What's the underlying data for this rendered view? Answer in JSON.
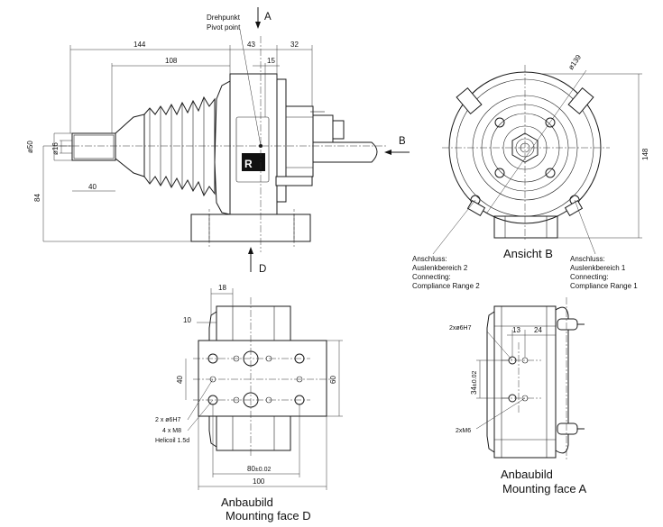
{
  "side_view": {
    "pivot_label_de": "Drehpunkt",
    "pivot_label_en": "Pivot point",
    "arrow_a": "A",
    "arrow_b": "B",
    "arrow_d": "D",
    "dim_144": "144",
    "dim_43": "43",
    "dim_32": "32",
    "dim_108": "108",
    "dim_15": "15",
    "dim_40": "40",
    "dim_84": "84",
    "dim_d50": "ø50",
    "dim_d16": "ø16"
  },
  "view_b": {
    "title": "Ansicht B",
    "dim_d139": "ø139",
    "dim_148": "148",
    "left_callout": [
      "Anschluss:",
      "Auslenkbereich 2",
      "Connecting:",
      "Compliance Range 2"
    ],
    "right_callout": [
      "Anschluss:",
      "Auslenkbereich 1",
      "Connecting:",
      "Compliance Range 1"
    ]
  },
  "face_d": {
    "dim_18": "18",
    "dim_10": "10",
    "dim_40": "40",
    "dim_60": "60",
    "dim_80": "80",
    "dim_80_tol": "±0.02",
    "dim_100": "100",
    "note_pins": "2 x ø6H7",
    "note_threads_1": "4 x M8",
    "note_threads_2": "Helicoil 1.5d",
    "title_de": "Anbaubild",
    "title_en": "Mounting face D"
  },
  "face_a": {
    "note_pins": "2xø6H7",
    "dim_13": "13",
    "dim_24": "24",
    "dim_34": "34",
    "dim_34_tol": "±0.02",
    "note_threads": "2xM6",
    "title_de": "Anbaubild",
    "title_en": "Mounting face A"
  }
}
